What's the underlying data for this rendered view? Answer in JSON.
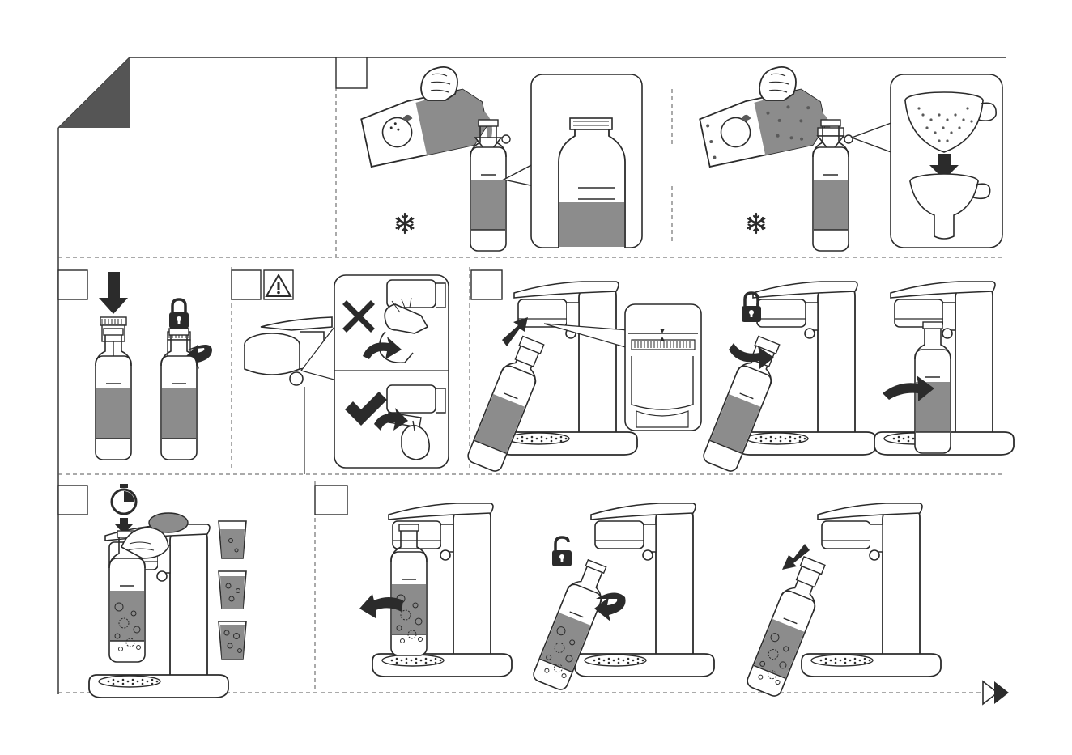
{
  "page": {
    "type": "instruction-sheet",
    "text_present": false
  },
  "colors": {
    "line": "#2b2b2b",
    "liquid": "#8c8c8c",
    "dark_fill": "#5a5a5a",
    "corner_tab": "#555555",
    "dashed": "#666666",
    "paper": "#ffffff"
  },
  "steps": [
    {
      "id": "prepare-liquid",
      "icons": [
        "hand-icon",
        "juice-carton-icon",
        "funnel-icon",
        "bottle-icon",
        "snowflake-icon"
      ]
    },
    {
      "id": "cap-bottle",
      "icons": [
        "arrow-down-icon",
        "padlock-locked-icon",
        "bottle-icon"
      ]
    },
    {
      "id": "check-carbonation-head",
      "icons": [
        "warning-icon",
        "cross-icon",
        "check-icon"
      ]
    },
    {
      "id": "attach-bottle",
      "icons": [
        "arrow-up-icon",
        "padlock-locked-icon",
        "curved-arrow-icon",
        "machine-icon"
      ]
    },
    {
      "id": "carbonate",
      "icons": [
        "stopwatch-icon",
        "hand-icon",
        "glass-icon"
      ]
    },
    {
      "id": "release-bottle",
      "icons": [
        "curved-arrow-icon",
        "padlock-unlocked-icon",
        "arrow-down-icon"
      ]
    }
  ],
  "navigation": {
    "next_icon": "next-page-arrow-icon"
  }
}
